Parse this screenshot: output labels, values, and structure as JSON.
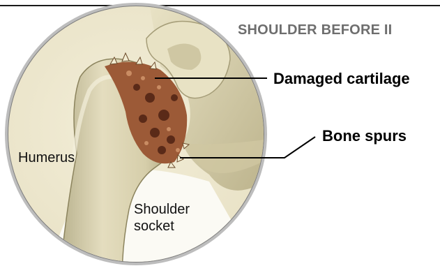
{
  "header": {
    "title": "SHOULDER BEFORE II"
  },
  "callouts": {
    "damaged_cartilage": "Damaged cartilage",
    "bone_spurs": "Bone spurs"
  },
  "labels": {
    "humerus": "Humerus",
    "socket_line1": "Shoulder",
    "socket_line2": "socket"
  },
  "colors": {
    "bone": "#ddd6b5",
    "bone_shadow": "#a9a07a",
    "cartilage": "#8a4a2e",
    "ring": "#8f8f8f",
    "title": "#6e6e6e"
  }
}
